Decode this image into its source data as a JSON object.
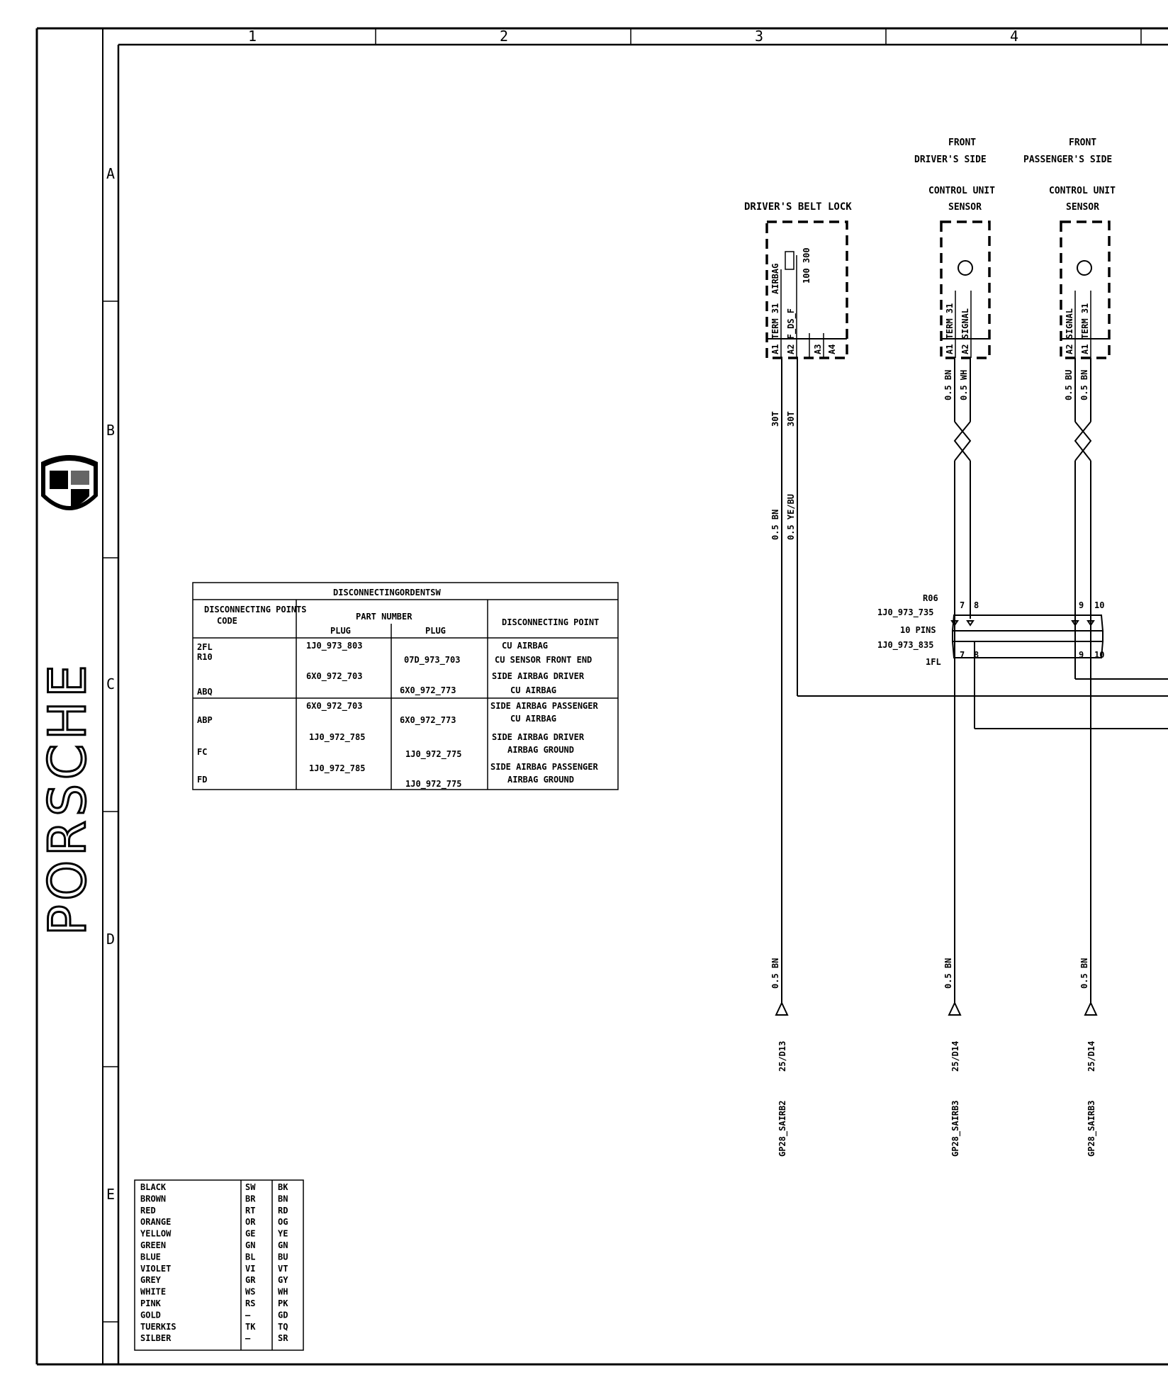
{
  "grid": {
    "columns": [
      "1",
      "2",
      "3",
      "4"
    ],
    "rows": [
      "A",
      "B",
      "C",
      "D",
      "E"
    ]
  },
  "logo": {
    "text": "PORSCHE"
  },
  "components": {
    "belt_lock": {
      "title": "DRIVER'S BELT LOCK",
      "pin_a1": "A1 TERM 31",
      "pin_airbag": "AIRBAG",
      "pin_a2": "A2 F_DS_F",
      "pin_part": "100 300",
      "pin_a3": "A3",
      "pin_a4": "A4"
    },
    "driver_sensor": {
      "title_line1": "FRONT",
      "title_line2": "DRIVER'S SIDE",
      "title_line3": "CONTROL UNIT",
      "title_line4": "SENSOR",
      "pin_a1": "A1 TERM 31",
      "pin_a2": "A2 SIGNAL"
    },
    "passenger_sensor": {
      "title_line1": "FRONT",
      "title_line2": "PASSENGER'S SIDE",
      "title_line3": "CONTROL UNIT",
      "title_line4": "SENSOR",
      "pin_a2": "A2 SIGNAL",
      "pin_a1": "A1 TERM 31"
    }
  },
  "wires": {
    "belt_a1_top": "30T",
    "belt_a2_top": "30T",
    "belt_a1_label": "0.5 BN",
    "belt_a2_label": "0.5 YE/BU",
    "driver_a1": "0.5 BN",
    "driver_a2": "0.5 WH",
    "passenger_a2": "0.5 BU",
    "passenger_a1": "0.5 BN",
    "bottom_1": "0.5 BN",
    "bottom_2": "0.5 BN",
    "bottom_3": "0.5 BN"
  },
  "connector": {
    "code_top": "R06",
    "part_top": "1J0_973_735",
    "pins": "10 PINS",
    "part_bottom": "1J0_973_835",
    "code_bottom": "1FL",
    "pin_7": "7",
    "pin_8": "8",
    "pin_9": "9",
    "pin_10": "10"
  },
  "grounds": [
    {
      "ref": "25/D13",
      "code": "GP28_SAIRB2"
    },
    {
      "ref": "25/D14",
      "code": "GP28_SAIRB3"
    },
    {
      "ref": "25/D14",
      "code": "GP28_SAIRB3"
    }
  ],
  "disc_table": {
    "title": "DISCONNECTINGORDENTSW",
    "header_code_line1": "DISCONNECTING POINTS",
    "header_code_line2": "CODE",
    "header_part": "PART NUMBER",
    "header_plug1": "PLUG",
    "header_plug2": "PLUG",
    "header_point": "DISCONNECTING POINT",
    "rows": [
      {
        "code": "2FL",
        "plug1": "1J0_973_803",
        "plug2": "",
        "point": "CU AIRBAG"
      },
      {
        "code": "R10",
        "plug1": "",
        "plug2": "07D_973_703",
        "point": "CU SENSOR FRONT END"
      },
      {
        "code": "",
        "plug1": "6X0_972_703",
        "plug2": "",
        "point": "SIDE AIRBAG DRIVER"
      },
      {
        "code": "ABQ",
        "plug1": "",
        "plug2": "6X0_972_773",
        "point": "CU AIRBAG"
      },
      {
        "code": "",
        "plug1": "6X0_972_703",
        "plug2": "",
        "point": "SIDE AIRBAG PASSENGER"
      },
      {
        "code": "ABP",
        "plug1": "",
        "plug2": "6X0_972_773",
        "point": "CU AIRBAG"
      },
      {
        "code": "",
        "plug1": "1J0_972_785",
        "plug2": "",
        "point": "SIDE AIRBAG DRIVER"
      },
      {
        "code": "FC",
        "plug1": "",
        "plug2": "1J0_972_775",
        "point": "AIRBAG GROUND"
      },
      {
        "code": "",
        "plug1": "1J0_972_785",
        "plug2": "",
        "point": "SIDE AIRBAG PASSENGER"
      },
      {
        "code": "FD",
        "plug1": "",
        "plug2": "1J0_972_775",
        "point": "AIRBAG GROUND"
      }
    ]
  },
  "color_legend": [
    {
      "name": "BLACK",
      "de": "SW",
      "en": "BK"
    },
    {
      "name": "BROWN",
      "de": "BR",
      "en": "BN"
    },
    {
      "name": "RED",
      "de": "RT",
      "en": "RD"
    },
    {
      "name": "ORANGE",
      "de": "OR",
      "en": "OG"
    },
    {
      "name": "YELLOW",
      "de": "GE",
      "en": "YE"
    },
    {
      "name": "GREEN",
      "de": "GN",
      "en": "GN"
    },
    {
      "name": "BLUE",
      "de": "BL",
      "en": "BU"
    },
    {
      "name": "VIOLET",
      "de": "VI",
      "en": "VT"
    },
    {
      "name": "GREY",
      "de": "GR",
      "en": "GY"
    },
    {
      "name": "WHITE",
      "de": "WS",
      "en": "WH"
    },
    {
      "name": "PINK",
      "de": "RS",
      "en": "PK"
    },
    {
      "name": "GOLD",
      "de": "—",
      "en": "GD"
    },
    {
      "name": "TUERKIS",
      "de": "TK",
      "en": "TQ"
    },
    {
      "name": "SILBER",
      "de": "—",
      "en": "SR"
    }
  ]
}
